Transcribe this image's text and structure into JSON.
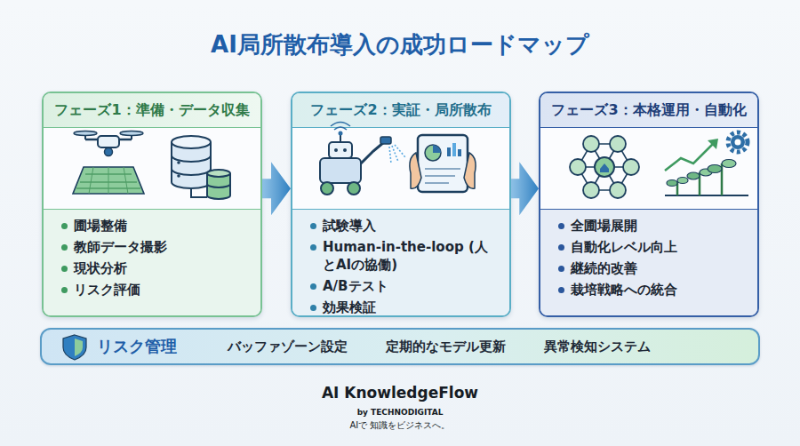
{
  "diagram": {
    "title": "AI局所散布導入の成功ロードマップ",
    "nodes": [
      {
        "text": [
          "フェーズ1：準備・データ収集",
          "圃場整備",
          "教師データ撮影",
          "現状分析",
          "リスク評価"
        ]
      },
      {
        "text": [
          "フェーズ2：実証・局所散布",
          "試験導入",
          "Human-in-the-loop (人とAIの協働)",
          "A/Bテスト",
          "効果検証"
        ]
      },
      {
        "text": [
          "フェーズ3：本格運用・自動化",
          "全圃場展開",
          "自動化レベル向上",
          "継続的改善",
          "栽培戦略への統合"
        ]
      },
      {
        "text": [
          "リスク管理",
          "バッファゾーン設定",
          "定期的なモデル更新",
          "異常検知システム"
        ]
      }
    ],
    "edges": [
      {
        "from": 0,
        "to": 1,
        "arrow": "to"
      },
      {
        "from": 1,
        "to": 2,
        "arrow": "to"
      }
    ],
    "labels": [
      "AI KnowledgeFlow",
      "by TECHNODIGITAL",
      "AIで 知識をビジネスへ。"
    ]
  }
}
